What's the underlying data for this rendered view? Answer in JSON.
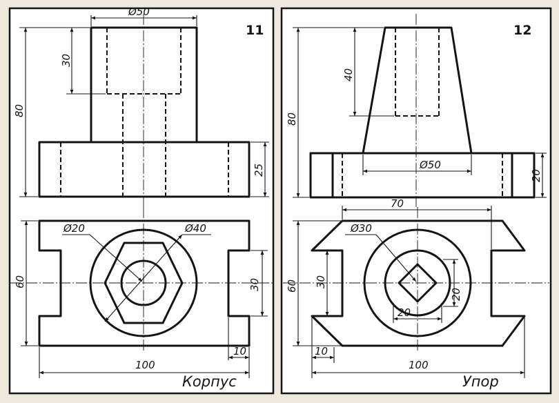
{
  "drawing_11": {
    "number": "11",
    "caption": "Корпус",
    "dims": {
      "d50": "Ø50",
      "h80": "80",
      "h30": "30",
      "h25": "25",
      "w60": "60",
      "s30": "30",
      "l100": "100",
      "l10": "10",
      "d20": "Ø20",
      "d40": "Ø40"
    }
  },
  "drawing_12": {
    "number": "12",
    "caption": "Упор",
    "dims": {
      "h80": "80",
      "h40": "40",
      "d50": "Ø50",
      "h20": "20",
      "w60": "60",
      "w30": "30",
      "l70": "70",
      "l100": "100",
      "l10": "10",
      "d30": "Ø30",
      "s20a": "20",
      "s20b": "20"
    }
  }
}
